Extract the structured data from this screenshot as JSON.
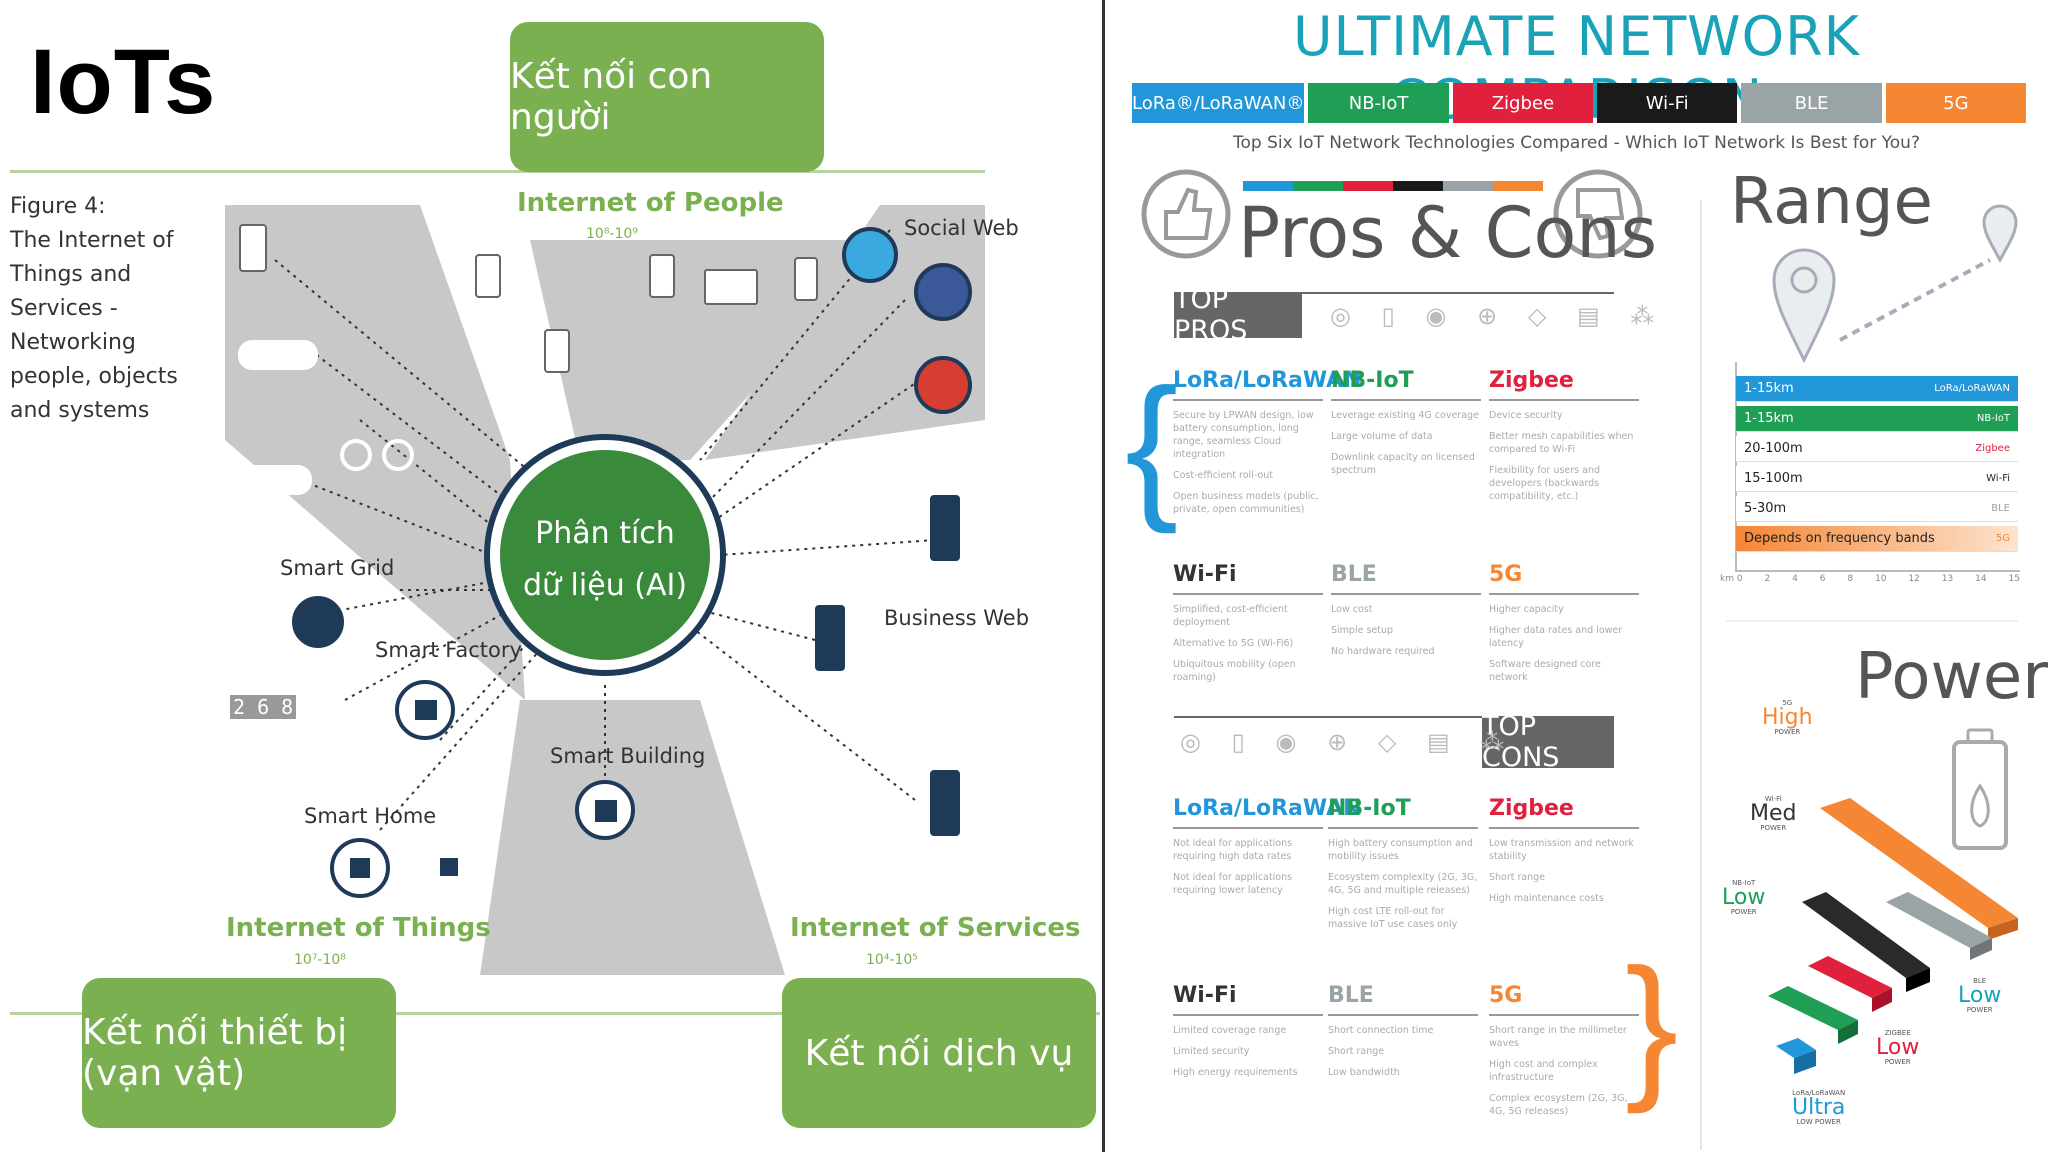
{
  "left": {
    "title": "IoTs",
    "top_box": "Kết nối con người",
    "bottom_left_box": "Kết nối thiết bị (vạn vật)",
    "bottom_right_box": "Kết nối dịch vụ",
    "center": [
      "Phân tích",
      "dữ liệu (AI)"
    ],
    "figure_caption": [
      "Figure 4:",
      "The Internet of Things and",
      "Services - Networking",
      "people, objects and systems"
    ],
    "internet_of_people": "Internet of People",
    "iop_range": "10⁸-10⁹",
    "internet_of_things": "Internet of Things",
    "iot_range": "10⁷-10⁸",
    "internet_of_services": "Internet of Services",
    "ios_range": "10⁴-10⁵",
    "labels": {
      "social_web": "Social Web",
      "business_web": "Business Web",
      "smart_grid": "Smart Grid",
      "smart_factory": "Smart Factory",
      "smart_building": "Smart Building",
      "smart_home": "Smart Home",
      "code": "2 6 8"
    },
    "colors": {
      "green": "#7ab04f",
      "dark_green": "#3c7b3c",
      "gray": "#c7c7c7"
    }
  },
  "right": {
    "title": "ULTIMATE NETWORK COMPARISON",
    "tabs": [
      {
        "label": "LoRa®/LoRaWAN®",
        "color": "#2196d8"
      },
      {
        "label": "NB-IoT",
        "color": "#1f9e55"
      },
      {
        "label": "Zigbee",
        "color": "#e0203c"
      },
      {
        "label": "Wi-Fi",
        "color": "#1a1a1a"
      },
      {
        "label": "BLE",
        "color": "#9aa3a6"
      },
      {
        "label": "5G",
        "color": "#f58634"
      }
    ],
    "subtitle": "Top Six IoT Network Technologies Compared - Which IoT Network Is Best for You?",
    "pros_cons_title": "Pros & Cons",
    "top_pros": "TOP PROS",
    "top_cons": "TOP CONS",
    "pros": [
      {
        "name": "LoRa/LoRaWAN",
        "color": "#2196d8",
        "notes": [
          "Secure by LPWAN design, low battery consumption, long range, seamless Cloud integration",
          "Cost-efficient roll-out",
          "Open business models (public, private, open communities)"
        ]
      },
      {
        "name": "NB-IoT",
        "color": "#1f9e55",
        "notes": [
          "Leverage existing 4G coverage",
          "Large volume of data",
          "Downlink capacity on licensed spectrum"
        ]
      },
      {
        "name": "Zigbee",
        "color": "#e0203c",
        "notes": [
          "Device security",
          "Better mesh capabilities when compared to Wi-Fi",
          "Flexibility for users and developers (backwards compatibility, etc.)"
        ]
      },
      {
        "name": "Wi-Fi",
        "color": "#333333",
        "notes": [
          "Simplified, cost-efficient deployment",
          "Alternative to 5G (Wi-Fi6)",
          "Ubiquitous mobility (open roaming)"
        ]
      },
      {
        "name": "BLE",
        "color": "#9aa3a6",
        "notes": [
          "Low cost",
          "Simple setup",
          "No hardware required"
        ]
      },
      {
        "name": "5G",
        "color": "#f58634",
        "notes": [
          "Higher capacity",
          "Higher data rates and lower latency",
          "Software designed core network"
        ]
      }
    ],
    "cons": [
      {
        "name": "LoRa/LoRaWAN",
        "color": "#2196d8",
        "notes": [
          "Not ideal for applications requiring high data rates",
          "Not ideal for applications requiring lower latency"
        ]
      },
      {
        "name": "NB-IoT",
        "color": "#1f9e55",
        "notes": [
          "High battery consumption and mobility issues",
          "Ecosystem complexity (2G, 3G, 4G, 5G and multiple releases)",
          "High cost LTE roll-out for massive IoT use cases only"
        ]
      },
      {
        "name": "Zigbee",
        "color": "#e0203c",
        "notes": [
          "Low transmission and network stability",
          "Short range",
          "High maintenance costs"
        ]
      },
      {
        "name": "Wi-Fi",
        "color": "#333333",
        "notes": [
          "Limited coverage range",
          "Limited security",
          "High energy requirements"
        ]
      },
      {
        "name": "BLE",
        "color": "#9aa3a6",
        "notes": [
          "Short connection time",
          "Short range",
          "Low bandwidth"
        ]
      },
      {
        "name": "5G",
        "color": "#f58634",
        "notes": [
          "Short range in the millimeter waves",
          "High cost and complex infrastructure",
          "Complex ecosystem (2G, 3G, 4G, 5G releases)"
        ]
      }
    ],
    "range_title": "Range",
    "range_rows": [
      {
        "range": "1-15km",
        "tech": "LoRa/LoRaWAN",
        "bg": "#2196d8",
        "fg": "#ffffff"
      },
      {
        "range": "1-15km",
        "tech": "NB-IoT",
        "bg": "#1f9e55",
        "fg": "#ffffff"
      },
      {
        "range": "20-100m",
        "tech": "Zigbee",
        "bg": "#ffffff",
        "fg": "#222222",
        "tag": "#e0203c"
      },
      {
        "range": "15-100m",
        "tech": "Wi-Fi",
        "bg": "#ffffff",
        "fg": "#222222",
        "tag": "#222222"
      },
      {
        "range": "5-30m",
        "tech": "BLE",
        "bg": "#ffffff",
        "fg": "#222222",
        "tag": "#9aa3a6"
      },
      {
        "range": "Depends on frequency bands",
        "tech": "5G",
        "bg": "#f58634",
        "fg": "#222222",
        "tag": "#ffffff"
      }
    ],
    "range_axis": [
      "0",
      "2",
      "4",
      "6",
      "8",
      "10",
      "12",
      "13",
      "14",
      "15"
    ],
    "range_axis_unit": "km",
    "power_title": "Power",
    "power_labels": [
      {
        "tech": "5G",
        "level": "High",
        "unit": "POWER"
      },
      {
        "tech": "Wi-Fi",
        "level": "Med",
        "unit": "POWER"
      },
      {
        "tech": "NB-IoT",
        "level": "Low",
        "unit": "POWER"
      },
      {
        "tech": "BLE",
        "level": "Low",
        "unit": "POWER"
      },
      {
        "tech": "ZIGBEE",
        "level": "Low",
        "unit": "POWER"
      },
      {
        "tech": "LoRa/LoRaWAN",
        "level": "Ultra",
        "unit": "LOW POWER"
      }
    ]
  }
}
